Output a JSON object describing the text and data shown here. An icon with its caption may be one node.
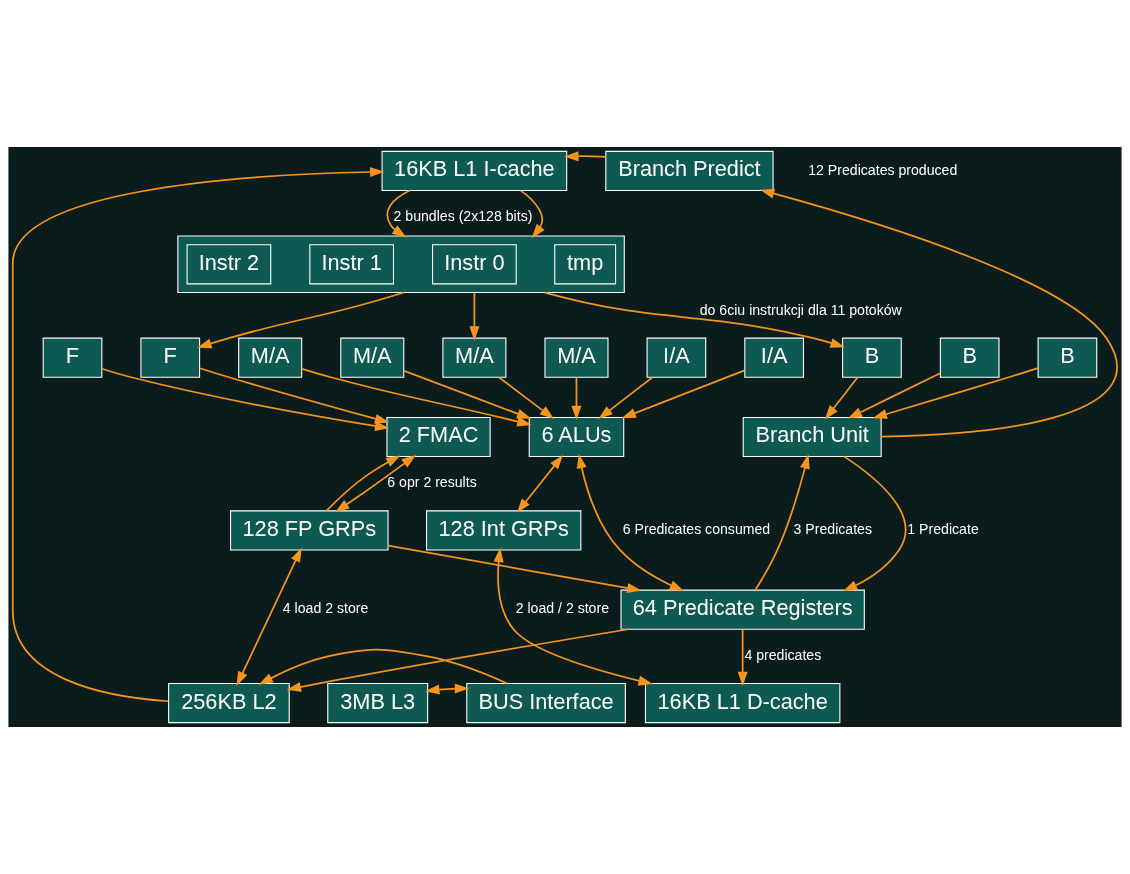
{
  "diagram": {
    "nodes": [
      {
        "text": [
          "16KB L1 I-cache"
        ]
      },
      {
        "text": [
          "Branch Predict"
        ]
      },
      {
        "text": [],
        "shape": "box"
      },
      {
        "text": [
          "Instr 2"
        ],
        "in": 2
      },
      {
        "text": [
          "Instr 1"
        ],
        "in": 2
      },
      {
        "text": [
          "Instr 0"
        ],
        "in": 2
      },
      {
        "text": [
          "tmp"
        ],
        "in": 2
      },
      {
        "text": [
          "F"
        ]
      },
      {
        "text": [
          "F"
        ]
      },
      {
        "text": [
          "M/A"
        ]
      },
      {
        "text": [
          "M/A"
        ]
      },
      {
        "text": [
          "M/A"
        ]
      },
      {
        "text": [
          "M/A"
        ]
      },
      {
        "text": [
          "I/A"
        ]
      },
      {
        "text": [
          "I/A"
        ]
      },
      {
        "text": [
          "B"
        ]
      },
      {
        "text": [
          "B"
        ]
      },
      {
        "text": [
          "B"
        ]
      },
      {
        "text": [
          "2 FMAC"
        ]
      },
      {
        "text": [
          "6 ALUs"
        ]
      },
      {
        "text": [
          "16KB L1 D-cache"
        ]
      },
      {
        "text": [
          "Branch Unit"
        ]
      },
      {
        "text": [
          "128 FP GRPs"
        ]
      },
      {
        "text": [
          "128 Int GRPs"
        ]
      },
      {
        "text": [
          "64 Predicate Registers"
        ]
      },
      {
        "text": [
          "256KB L2"
        ]
      },
      {
        "text": [
          "3MB L3"
        ]
      },
      {
        "text": [
          "BUS Interface"
        ]
      }
    ],
    "edges": [
      {
        "from": 25,
        "to": 0,
        "arrow": "to"
      },
      {
        "from": 1,
        "to": 0,
        "arrow": "to"
      },
      {
        "from": 0,
        "to": 2,
        "arrow": "to"
      },
      {
        "from": 0,
        "to": 2,
        "arrow": "to",
        "label": "2 bundles (2x128 bits)"
      },
      {
        "from": 2,
        "to": 8,
        "arrow": "to"
      },
      {
        "from": 2,
        "to": 11,
        "arrow": "to"
      },
      {
        "from": 2,
        "to": 15,
        "arrow": "to",
        "label": "do 6ciu instrukcji dla 11 potoków"
      },
      {
        "from": 7,
        "to": 18,
        "arrow": "to"
      },
      {
        "from": 8,
        "to": 18,
        "arrow": "to"
      },
      {
        "from": 9,
        "to": 19,
        "arrow": "to"
      },
      {
        "from": 10,
        "to": 19,
        "arrow": "to"
      },
      {
        "from": 11,
        "to": 19,
        "arrow": "to"
      },
      {
        "from": 12,
        "to": 19,
        "arrow": "to"
      },
      {
        "from": 13,
        "to": 19,
        "arrow": "to"
      },
      {
        "from": 14,
        "to": 19,
        "arrow": "to"
      },
      {
        "from": 15,
        "to": 21,
        "arrow": "to"
      },
      {
        "from": 16,
        "to": 21,
        "arrow": "to"
      },
      {
        "from": 17,
        "to": 21,
        "arrow": "to"
      },
      {
        "from": 21,
        "to": 1,
        "arrow": "to"
      },
      {
        "from": 18,
        "to": 22,
        "arrow": "both",
        "label": "6 opr 2 results"
      },
      {
        "from": 22,
        "to": 18,
        "arrow": "to"
      },
      {
        "from": 20,
        "to": 23,
        "arrow": "both",
        "label": "2 load / 2 store"
      },
      {
        "from": 19,
        "to": 23,
        "arrow": "both"
      },
      {
        "from": 19,
        "to": 24,
        "arrow": "both",
        "label": "6 Predicates consumed"
      },
      {
        "from": 24,
        "to": 20,
        "arrow": "to",
        "label": "4 predicates"
      },
      {
        "from": 21,
        "to": 24,
        "arrow": "to",
        "label": "1 Predicate"
      },
      {
        "from": 24,
        "to": 21,
        "arrow": "to",
        "label": "3 Predicates"
      },
      {
        "from": 22,
        "to": 24,
        "arrow": "to"
      },
      {
        "from": 22,
        "to": 25,
        "arrow": "both",
        "label": "4 load 2 store"
      },
      {
        "from": 24,
        "to": 25,
        "arrow": "to"
      },
      {
        "from": 26,
        "to": 27,
        "arrow": "both"
      },
      {
        "from": 27,
        "to": 25,
        "arrow": "to"
      }
    ],
    "labels": [
      "12 Predicates produced"
    ]
  }
}
